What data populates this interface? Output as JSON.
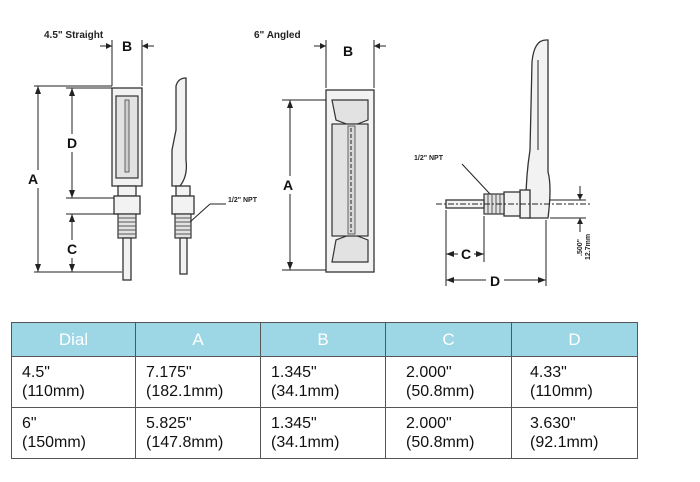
{
  "drawing": {
    "straight_title": "4.5\" Straight",
    "angled_title": "6\" Angled",
    "dim_a": "A",
    "dim_b": "B",
    "dim_c": "C",
    "dim_d": "D",
    "npt_label": "1/2\" NPT",
    "offset_label_in": ".500\"",
    "offset_label_mm": "12.7mm"
  },
  "table": {
    "headers": [
      "Dial",
      "A",
      "B",
      "C",
      "D"
    ],
    "rows": [
      [
        [
          "4.5\"",
          "(110mm)"
        ],
        [
          "7.175\"",
          "(182.1mm)"
        ],
        [
          "1.345\"",
          "(34.1mm)"
        ],
        [
          "2.000\"",
          "(50.8mm)"
        ],
        [
          "4.33\"",
          "(110mm)"
        ]
      ],
      [
        [
          "6\"",
          "(150mm)"
        ],
        [
          "5.825\"",
          "(147.8mm)"
        ],
        [
          "1.345\"",
          "(34.1mm)"
        ],
        [
          "2.000\"",
          "(50.8mm)"
        ],
        [
          "3.630\"",
          "(92.1mm)"
        ]
      ]
    ],
    "colors": {
      "header_bg": "#9dd7e6",
      "header_text": "#ffffff",
      "border": "#555555"
    }
  }
}
